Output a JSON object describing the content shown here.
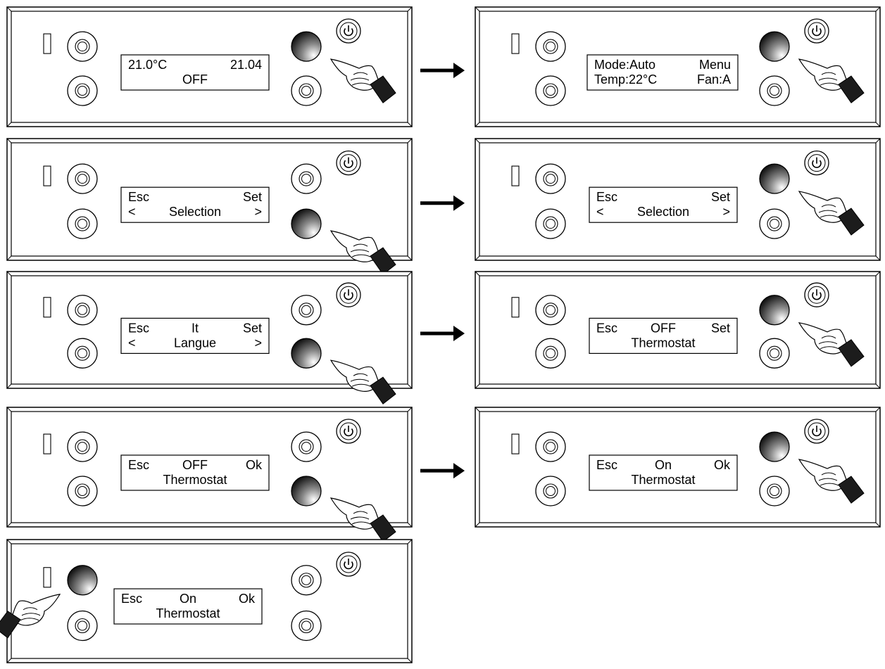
{
  "panels": [
    {
      "id": "p1",
      "line1": [
        "21.0°C",
        "",
        "21.04"
      ],
      "line2": [
        "",
        "OFF",
        ""
      ],
      "pressed": "top-right"
    },
    {
      "id": "p2",
      "line1": [
        "Mode:Auto",
        "",
        "Menu"
      ],
      "line2": [
        "Temp:22°C",
        "",
        "Fan:A"
      ],
      "pressed": "top-right"
    },
    {
      "id": "p3",
      "line1": [
        "Esc",
        "",
        "Set"
      ],
      "line2": [
        "<",
        "Selection",
        ">"
      ],
      "pressed": "bottom-right"
    },
    {
      "id": "p4",
      "line1": [
        "Esc",
        "",
        "Set"
      ],
      "line2": [
        "<",
        "Selection",
        ">"
      ],
      "pressed": "top-right"
    },
    {
      "id": "p5",
      "line1": [
        "Esc",
        "It",
        "Set"
      ],
      "line2": [
        "<",
        "Langue",
        ">"
      ],
      "pressed": "bottom-right"
    },
    {
      "id": "p6",
      "line1": [
        "Esc",
        "OFF",
        "Set"
      ],
      "line2": [
        "",
        "Thermostat",
        ""
      ],
      "pressed": "top-right"
    },
    {
      "id": "p7",
      "line1": [
        "Esc",
        "OFF",
        "Ok"
      ],
      "line2": [
        "",
        "Thermostat",
        ""
      ],
      "pressed": "bottom-right"
    },
    {
      "id": "p8",
      "line1": [
        "Esc",
        "On",
        "Ok"
      ],
      "line2": [
        "",
        "Thermostat",
        ""
      ],
      "pressed": "top-right"
    },
    {
      "id": "p9",
      "line1": [
        "Esc",
        "On",
        "Ok"
      ],
      "line2": [
        "",
        "Thermostat",
        ""
      ],
      "pressed": "top-left"
    }
  ],
  "transitions": [
    {
      "from": "p1",
      "to": "p2"
    },
    {
      "from": "p3",
      "to": "p4"
    },
    {
      "from": "p5",
      "to": "p6"
    },
    {
      "from": "p7",
      "to": "p8"
    }
  ],
  "icons": {
    "power": "power-icon",
    "hand": "pointing-hand-icon",
    "arrow": "right-arrow-icon",
    "led": "led-indicator-icon"
  },
  "colors": {
    "line": "#000000",
    "background": "#ffffff",
    "pressed_button_dark": "#222222",
    "pressed_button_light": "#ffffff"
  }
}
